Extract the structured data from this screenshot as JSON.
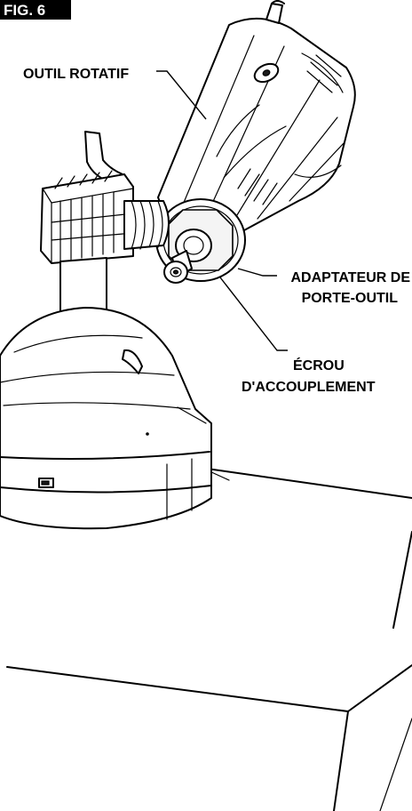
{
  "figure": {
    "badge": "FIG. 6",
    "callouts": {
      "rotary_tool": "OUTIL ROTATIF",
      "adapter_line1": "ADAPTATEUR DE",
      "adapter_line2": "PORTE-OUTIL",
      "nut_line1": "ÉCROU",
      "nut_line2": "D'ACCOUPLEMENT"
    }
  }
}
